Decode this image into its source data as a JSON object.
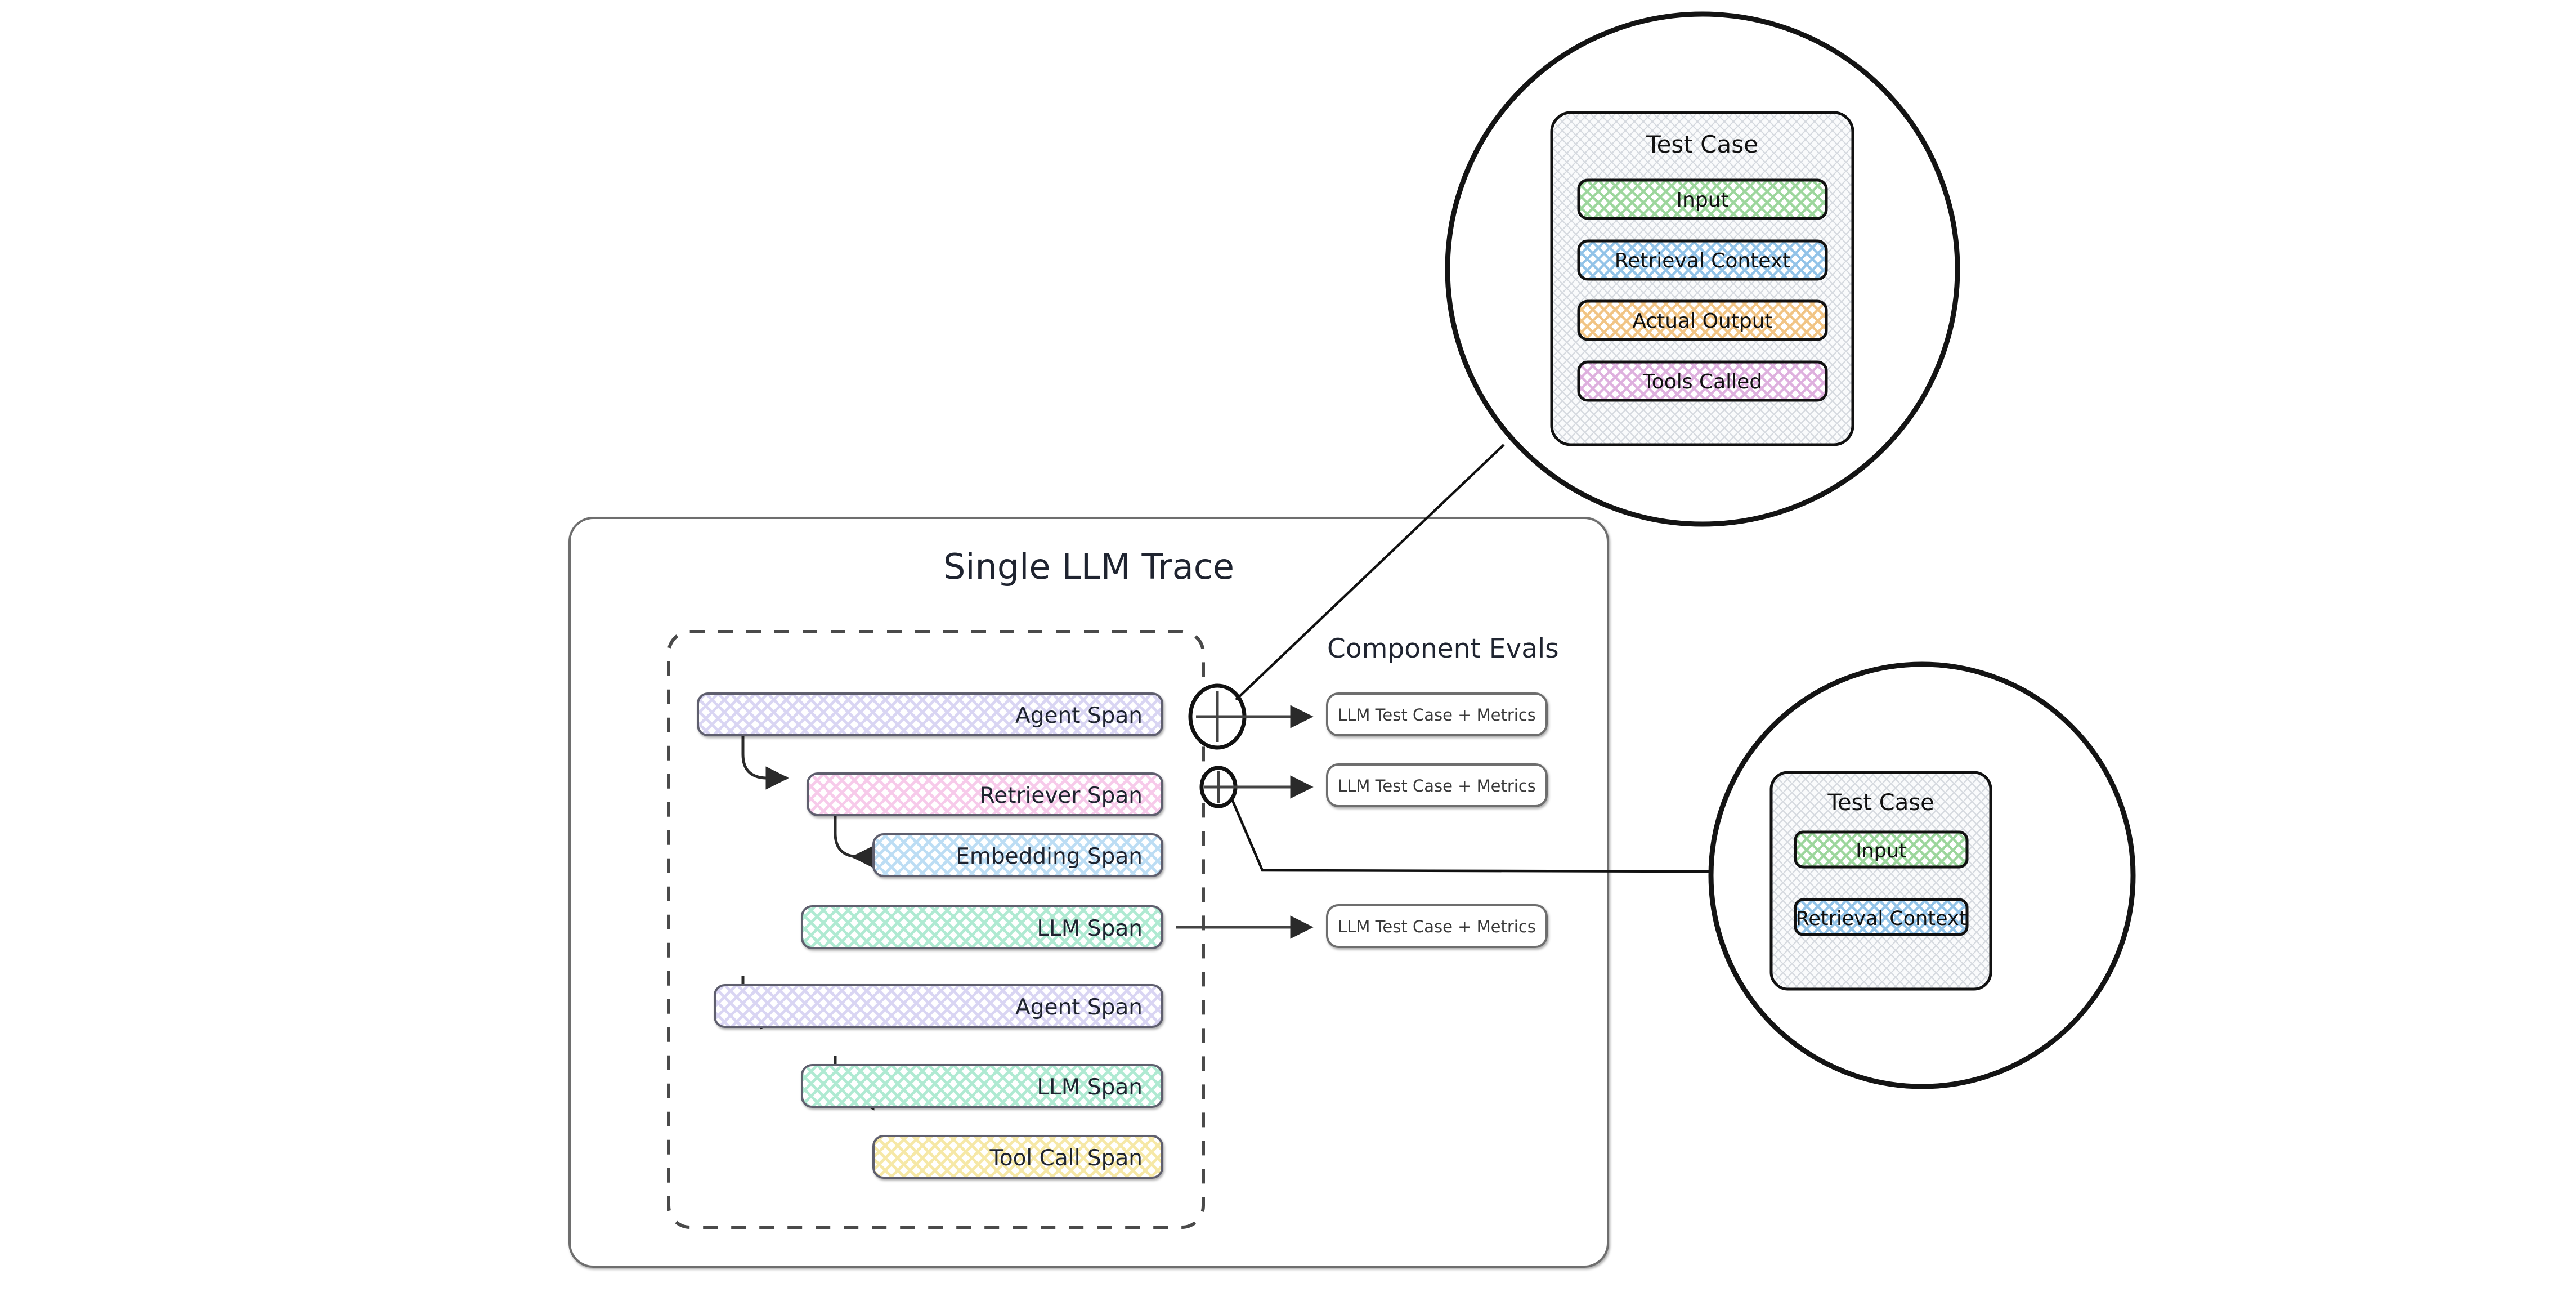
{
  "diagram": {
    "title": "Single LLM Trace",
    "evals_title": "Component Evals"
  },
  "trace": {
    "spans": [
      {
        "label": "Agent Span",
        "type": "agent",
        "color": "#e3e0f6",
        "stroke": "#6b6680"
      },
      {
        "label": "Retriever Span",
        "type": "retriever",
        "color": "#fbdaf0",
        "stroke": "#6b6680"
      },
      {
        "label": "Embedding Span",
        "type": "embedding",
        "color": "#d4e9f7",
        "stroke": "#6b6680"
      },
      {
        "label": "LLM Span",
        "type": "llm",
        "color": "#d4f2e3",
        "stroke": "#6b6680"
      },
      {
        "label": "Agent Span",
        "type": "agent",
        "color": "#e3e0f6",
        "stroke": "#6b6680"
      },
      {
        "label": "LLM Span",
        "type": "llm",
        "color": "#d4f2e3",
        "stroke": "#6b6680"
      },
      {
        "label": "Tool Call Span",
        "type": "tool",
        "color": "#fbf3cc",
        "stroke": "#6b6680"
      }
    ]
  },
  "evals": {
    "items": [
      {
        "label": "LLM Test Case + Metrics"
      },
      {
        "label": "LLM Test Case + Metrics"
      },
      {
        "label": "LLM Test Case + Metrics"
      }
    ]
  },
  "magnifier_top": {
    "card_title": "Test Case",
    "fields": [
      {
        "label": "Input",
        "color": "#cdf0cd",
        "stroke": "#4caf50"
      },
      {
        "label": "Retrieval Context",
        "color": "#bfdef5",
        "stroke": "#3f8fd0"
      },
      {
        "label": "Actual Output",
        "color": "#fadfb4",
        "stroke": "#e09b3d"
      },
      {
        "label": "Tools Called",
        "color": "#f2cdef",
        "stroke": "#b martin"
      }
    ]
  },
  "magnifier_bottom": {
    "card_title": "Test Case",
    "fields": [
      {
        "label": "Input",
        "color": "#cdf0cd",
        "stroke": "#4caf50"
      },
      {
        "label": "Retrieval Context",
        "color": "#bfdef5",
        "stroke": "#3f8fd0"
      }
    ]
  },
  "nodes": {
    "plus_large": "+",
    "plus_small": "+"
  },
  "colors": {
    "ink": "#1f2430",
    "line": "#333333",
    "card_bg": "#f4f5f7"
  }
}
